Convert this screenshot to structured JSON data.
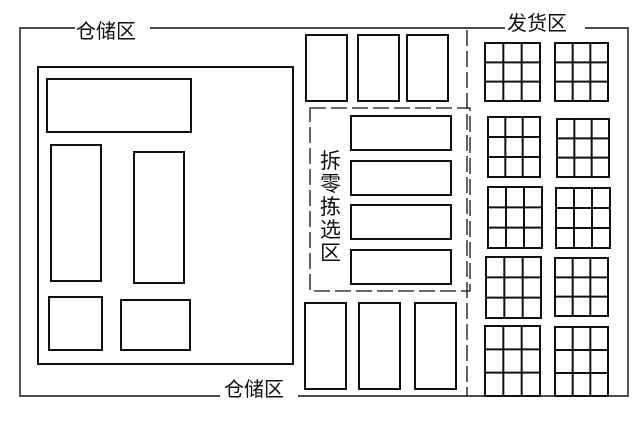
{
  "labels": {
    "storage_top": "仓储区",
    "storage_bottom": "仓储区",
    "shipping": "发货区",
    "picking": [
      "拆",
      "零",
      "拣",
      "选",
      "区"
    ]
  },
  "colors": {
    "stroke": "#111111",
    "background": "#ffffff"
  }
}
